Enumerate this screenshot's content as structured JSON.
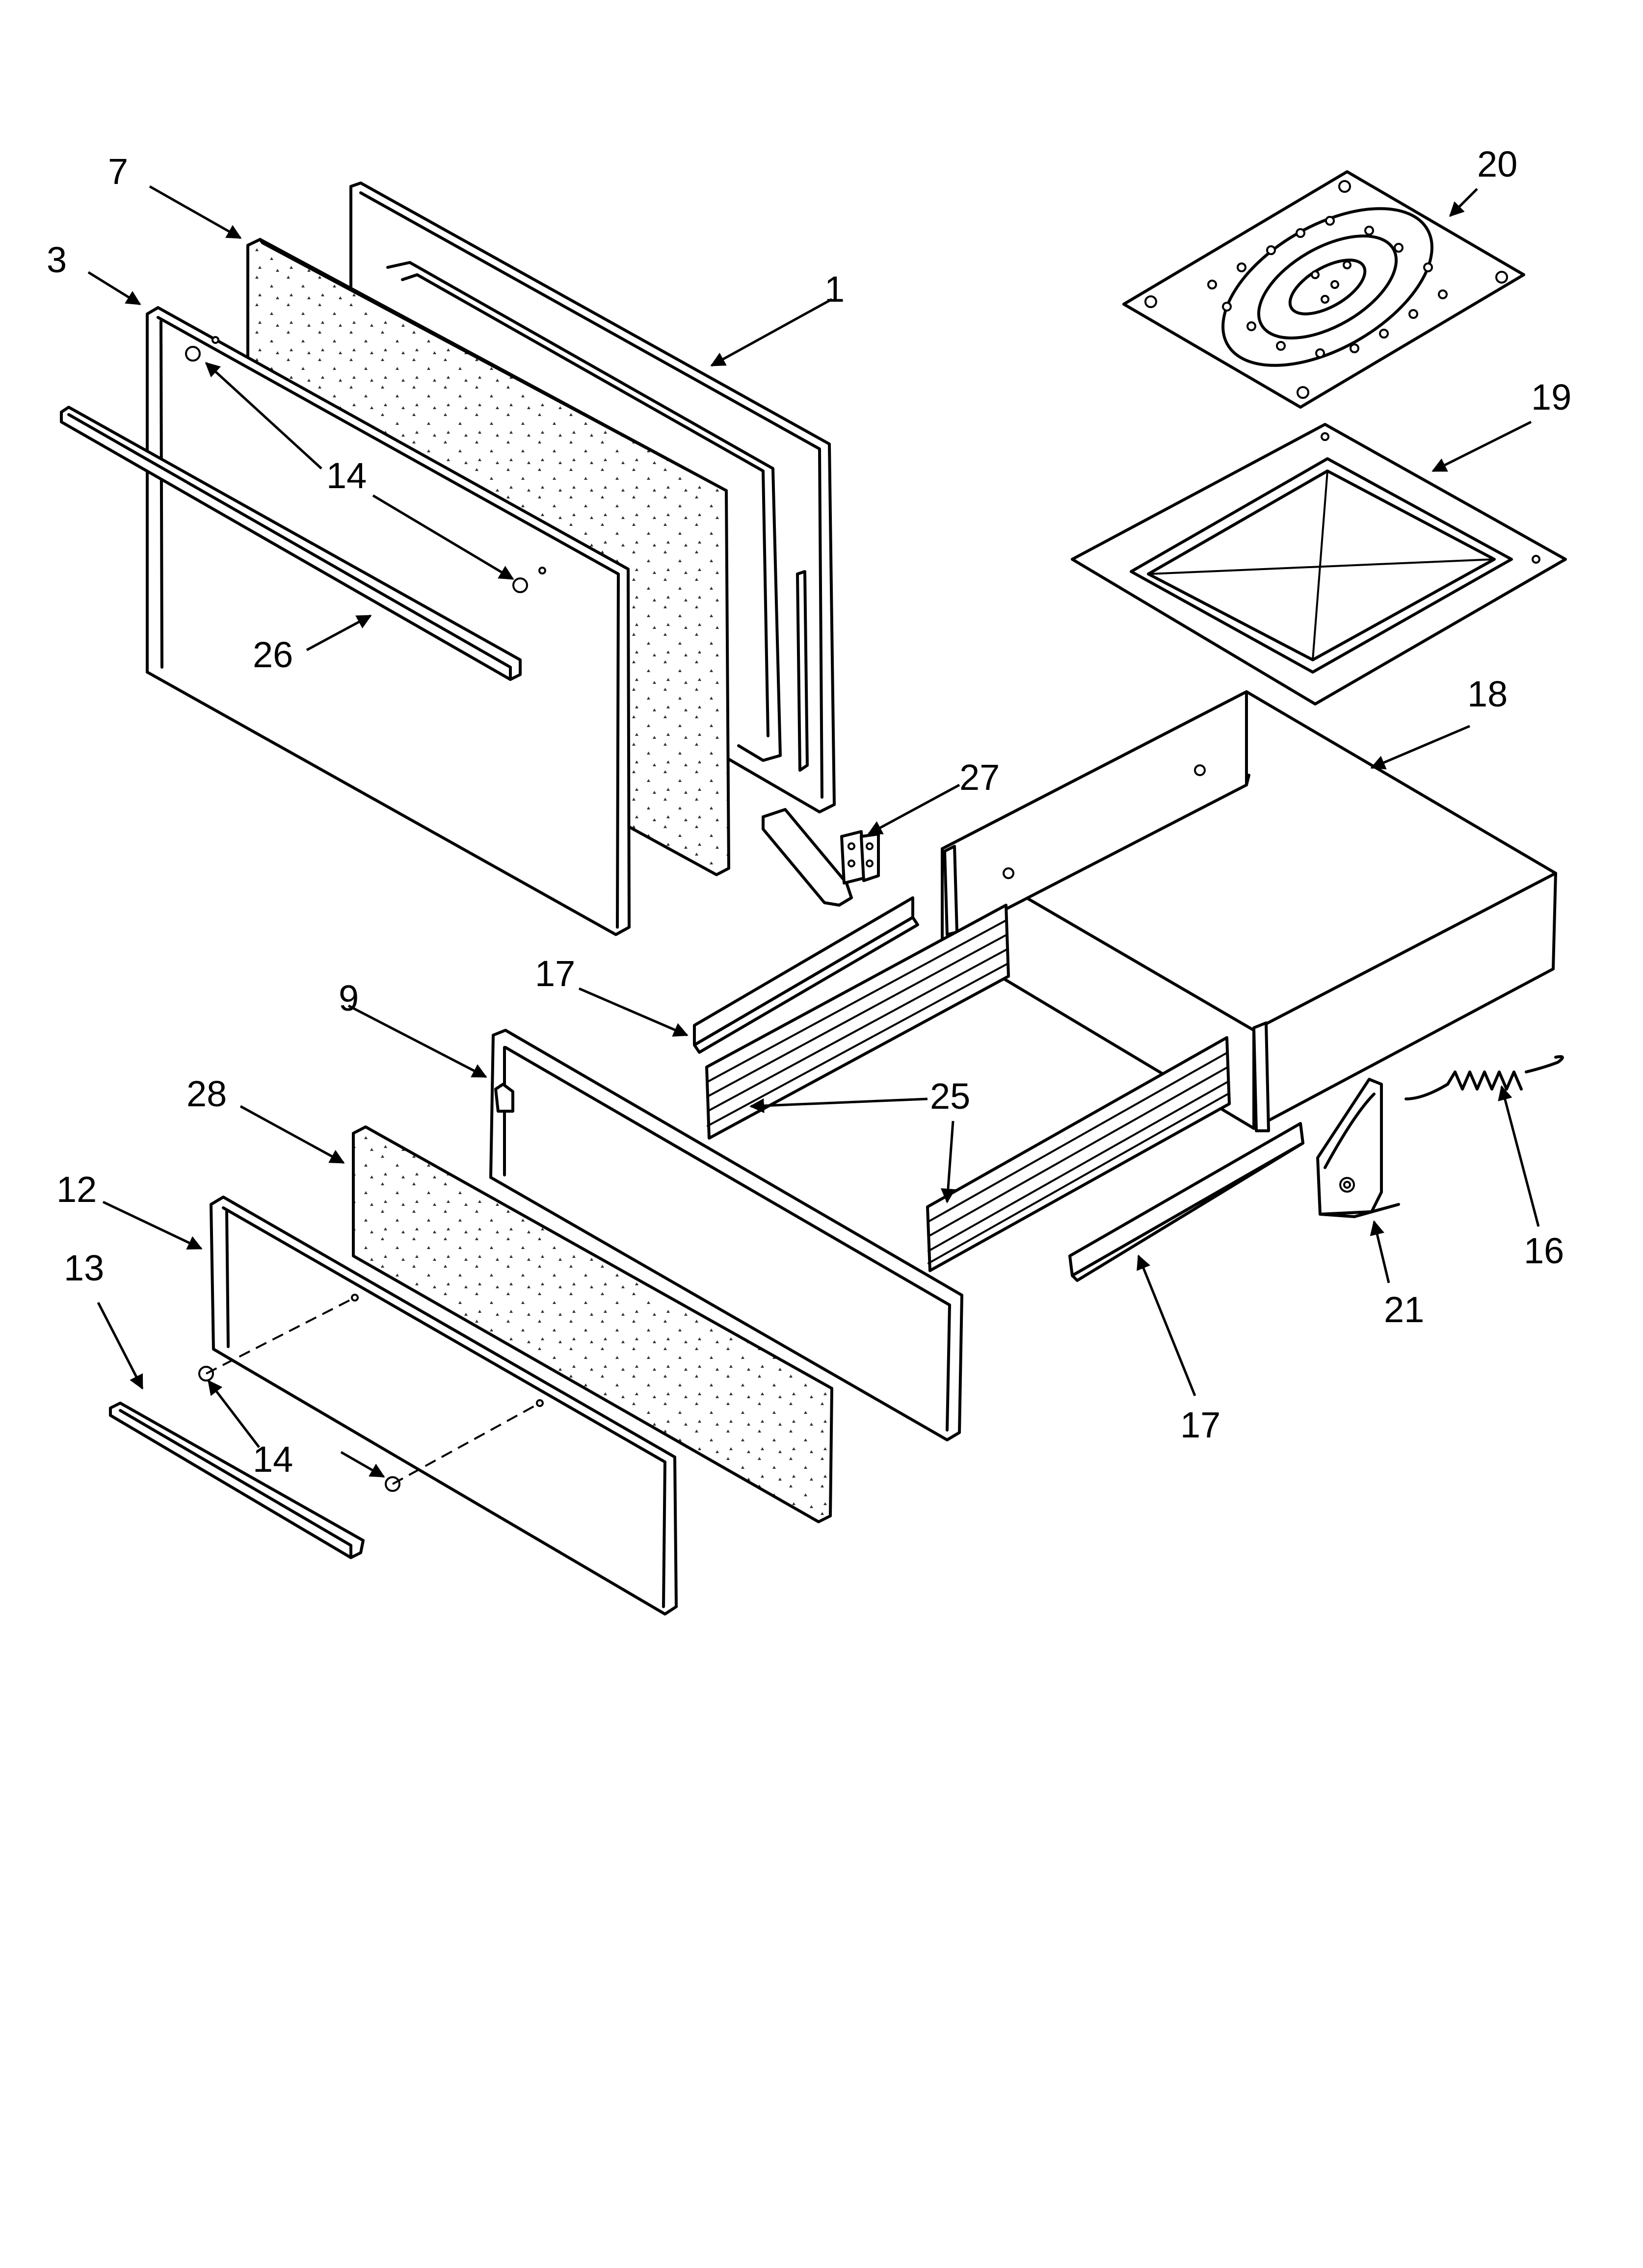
{
  "callouts": {
    "c1": "1",
    "c3": "3",
    "c7": "7",
    "c9": "9",
    "c12": "12",
    "c13": "13",
    "c14a": "14",
    "c14b": "14",
    "c16": "16",
    "c17a": "17",
    "c17b": "17",
    "c18": "18",
    "c19": "19",
    "c20": "20",
    "c21": "21",
    "c25": "25",
    "c26": "26",
    "c27": "27",
    "c28": "28"
  }
}
